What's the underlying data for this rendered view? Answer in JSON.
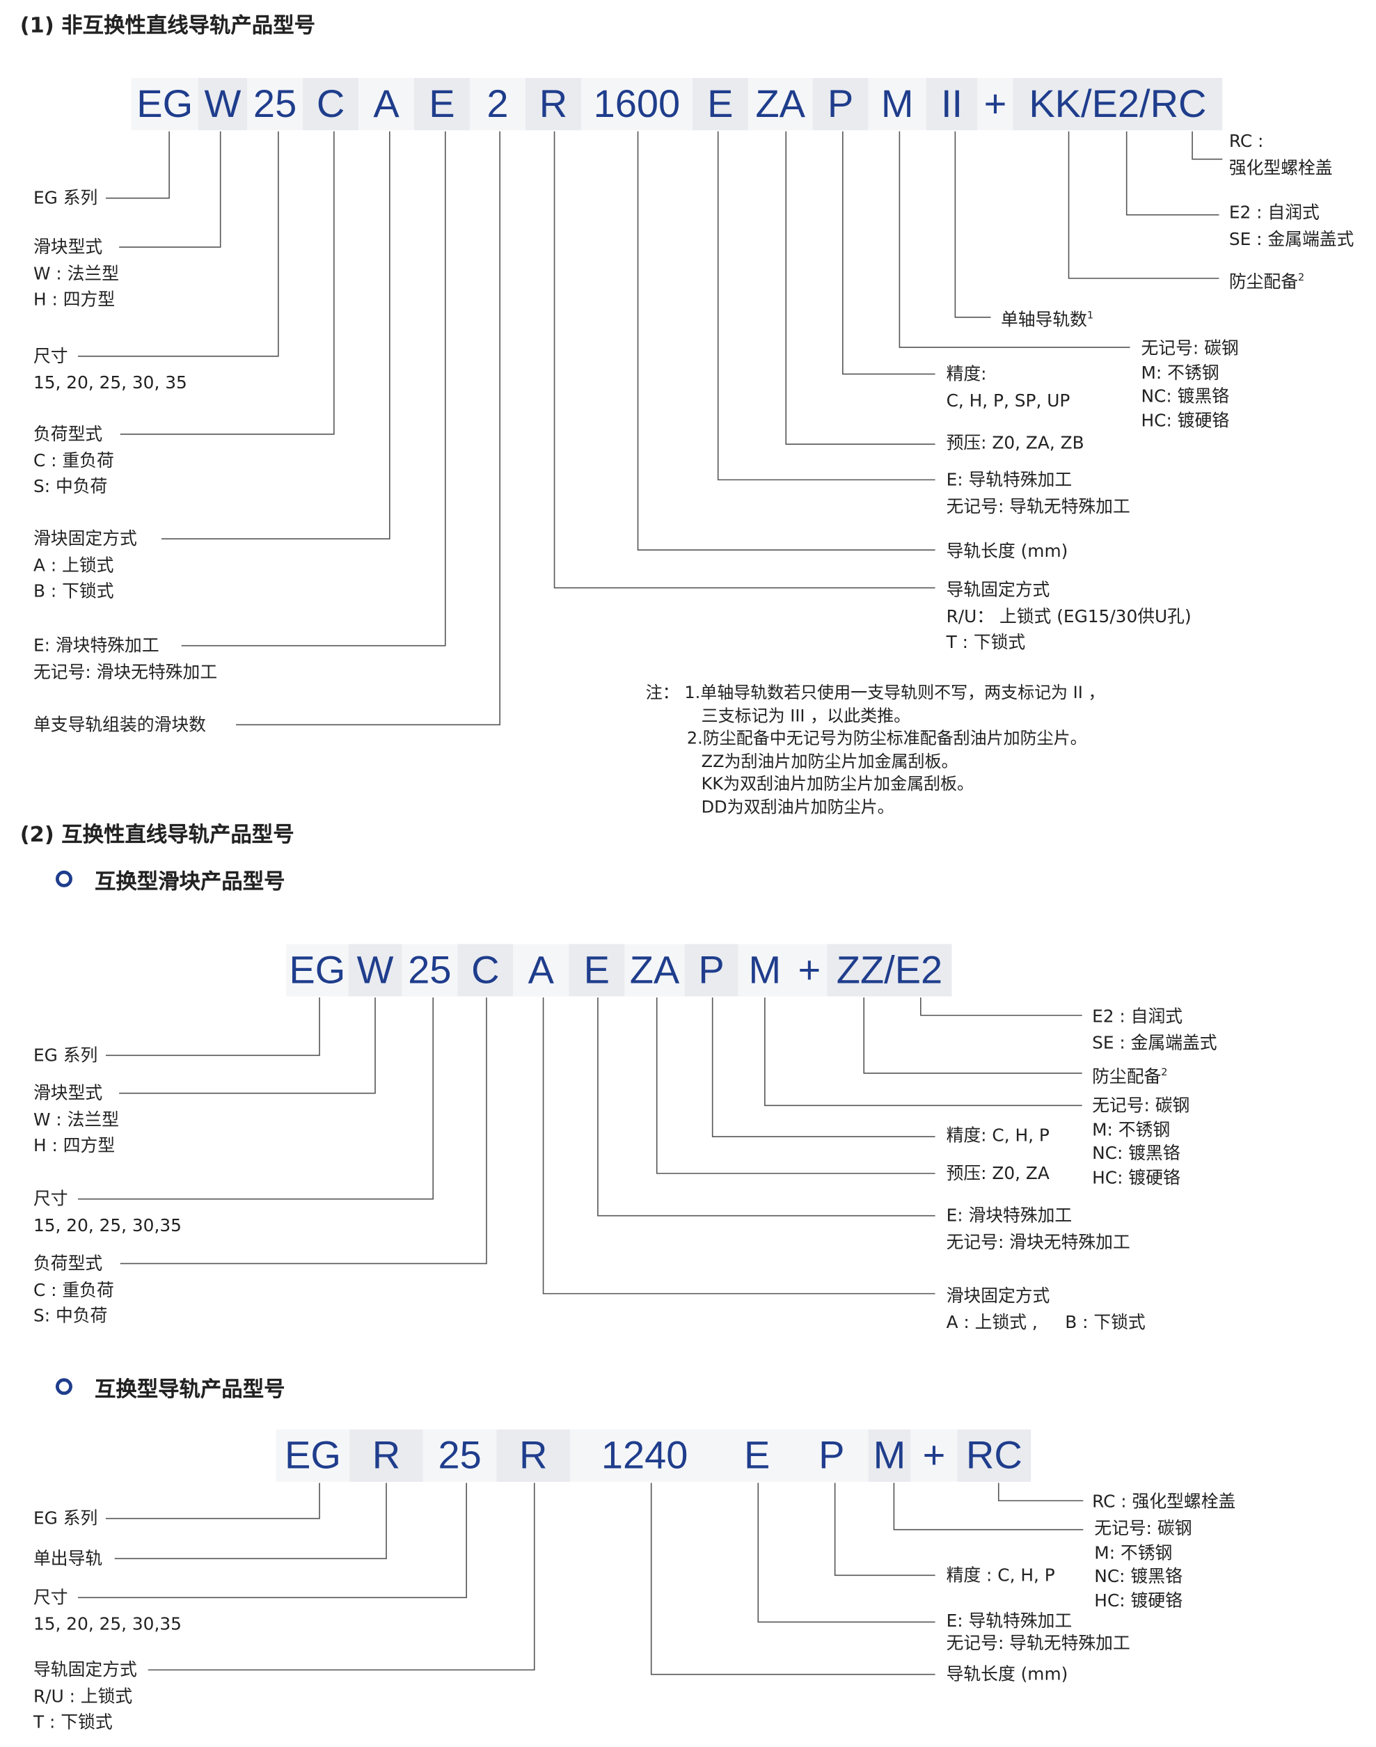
{
  "section1": {
    "title": "(1) 非互换性直线导轨产品型号",
    "code": [
      "EG",
      "W",
      "25",
      "C",
      "A",
      "E",
      "2",
      "R",
      "1600",
      "E",
      "ZA",
      "P",
      "M",
      "II",
      "+",
      "KK/E2/RC"
    ],
    "labels": {
      "series": [
        "EG 系列"
      ],
      "block_type": [
        "滑块型式",
        "W : 法兰型",
        "H : 四方型"
      ],
      "size": [
        "尺寸",
        "15, 20, 25, 30, 35"
      ],
      "load": [
        "负荷型式",
        "C : 重负荷",
        "S: 中负荷"
      ],
      "block_mount": [
        "滑块固定方式",
        "A : 上锁式",
        "B : 下锁式"
      ],
      "block_special": [
        "E: 滑块特殊加工",
        "无记号: 滑块无特殊加工"
      ],
      "blocks_per_rail": [
        "单支导轨组装的滑块数"
      ],
      "rail_mount": [
        "导轨固定方式",
        "R/U： 上锁式 (EG15/30供U孔)",
        "T : 下锁式"
      ],
      "rail_length": [
        "导轨长度 (mm)"
      ],
      "rail_special": [
        "E: 导轨特殊加工",
        "无记号: 导轨无特殊加工"
      ],
      "preload": [
        "预压: Z0, ZA, ZB"
      ],
      "precision": [
        "精度:",
        "C, H, P, SP, UP"
      ],
      "material": [
        "无记号: 碳钢",
        "M: 不锈钢",
        "NC: 镀黑铬",
        "HC: 镀硬铬"
      ],
      "rails_per_axis": "单轴导轨数",
      "rails_per_axis_sup": "1",
      "dust": "防尘配备",
      "dust_sup": "2",
      "lube": [
        "E2 : 自润式",
        "SE : 金属端盖式"
      ],
      "rc": [
        "RC :",
        "强化型螺栓盖"
      ]
    },
    "notes": [
      "注： 1.单轴导轨数若只使用一支导轨则不写，两支标记为 II ，",
      "三支标记为 III ，以此类推。",
      "2.防尘配备中无记号为防尘标准配备刮油片加防尘片。",
      "ZZ为刮油片加防尘片加金属刮板。",
      "KK为双刮油片加防尘片加金属刮板。",
      "DD为双刮油片加防尘片。"
    ]
  },
  "section2": {
    "title": "(2) 互换性直线导轨产品型号",
    "block": {
      "title": "互换型滑块产品型号",
      "code": [
        "EG",
        "W",
        "25",
        "C",
        "A",
        "E",
        "ZA",
        "P",
        "M",
        "+",
        "ZZ/E2"
      ],
      "labels": {
        "series": [
          "EG 系列"
        ],
        "block_type": [
          "滑块型式",
          "W : 法兰型",
          "H : 四方型"
        ],
        "size": [
          "尺寸",
          "15, 20, 25, 30,35"
        ],
        "load": [
          "负荷型式",
          "C : 重负荷",
          "S: 中负荷"
        ],
        "lube": [
          "E2 : 自润式",
          "SE : 金属端盖式"
        ],
        "dust": "防尘配备",
        "dust_sup": "2",
        "material": [
          "无记号: 碳钢",
          "M: 不锈钢",
          "NC: 镀黑铬",
          "HC: 镀硬铬"
        ],
        "precision": [
          "精度: C, H, P"
        ],
        "preload": [
          "预压: Z0, ZA"
        ],
        "block_special": [
          "E: 滑块特殊加工",
          "无记号: 滑块无特殊加工"
        ],
        "block_mount": [
          "滑块固定方式",
          "A : 上锁式 ,     B : 下锁式"
        ]
      }
    },
    "rail": {
      "title": "互换型导轨产品型号",
      "code": [
        "EG",
        "R",
        "25",
        "R",
        "1240",
        "E",
        "P",
        "M",
        "+",
        "RC"
      ],
      "labels": {
        "series": [
          "EG 系列"
        ],
        "single_rail": [
          "单出导轨"
        ],
        "size": [
          "尺寸",
          "15, 20, 25, 30,35"
        ],
        "rail_mount": [
          "导轨固定方式",
          "R/U : 上锁式",
          "T : 下锁式"
        ],
        "rc": [
          "RC : 强化型螺栓盖"
        ],
        "material": [
          "无记号: 碳钢",
          "M: 不锈钢",
          "NC: 镀黑铬",
          "HC: 镀硬铬"
        ],
        "precision": [
          "精度 : C, H, P"
        ],
        "rail_special": [
          "E: 导轨特殊加工",
          "无记号: 导轨无特殊加工"
        ],
        "rail_length": [
          "导轨长度 (mm)"
        ]
      }
    }
  }
}
